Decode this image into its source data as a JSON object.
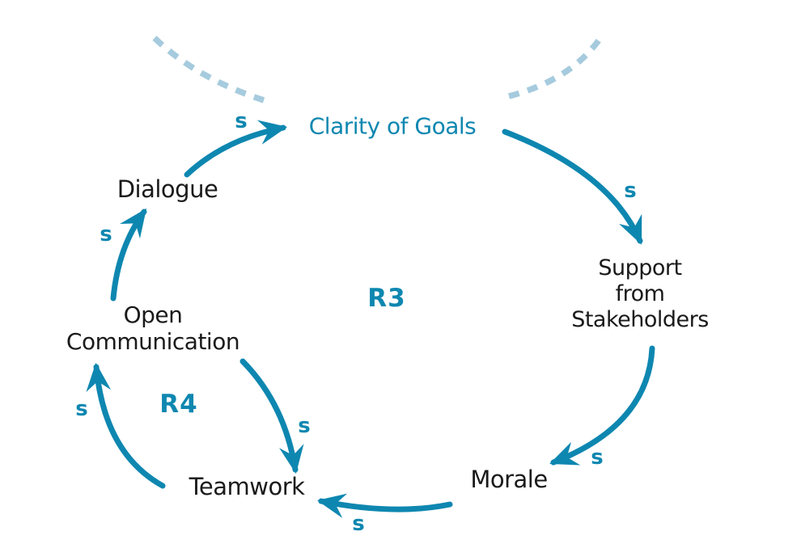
{
  "diagram": {
    "type": "causal-loop-diagram",
    "background_color": "#ffffff",
    "accent_color": "#0e87b0",
    "dashed_line_color": "#a6cbde",
    "node_text_color": "#1a1a1a"
  },
  "nodes": {
    "clarity_of_goals": {
      "label": "Clarity of Goals"
    },
    "dialogue": {
      "label": "Dialogue"
    },
    "support_from_stakeholders": {
      "line1": "Support",
      "line2": "from",
      "line3": "Stakeholders"
    },
    "morale": {
      "label": "Morale"
    },
    "teamwork": {
      "label": "Teamwork"
    },
    "open_communication": {
      "line1": "Open",
      "line2": "Communication"
    }
  },
  "loop_labels": {
    "r3": "R3",
    "r4": "R4"
  },
  "links": [
    {
      "from": "Dialogue",
      "to": "Clarity of Goals",
      "polarity": "s"
    },
    {
      "from": "Clarity of Goals",
      "to": "Support from Stakeholders",
      "polarity": "s"
    },
    {
      "from": "Support from Stakeholders",
      "to": "Morale",
      "polarity": "s"
    },
    {
      "from": "Morale",
      "to": "Teamwork",
      "polarity": "s"
    },
    {
      "from": "Open Communication",
      "to": "Teamwork",
      "polarity": "s"
    },
    {
      "from": "Teamwork",
      "to": "Open Communication",
      "polarity": "s"
    },
    {
      "from": "Open Communication",
      "to": "Dialogue",
      "polarity": "s"
    }
  ]
}
